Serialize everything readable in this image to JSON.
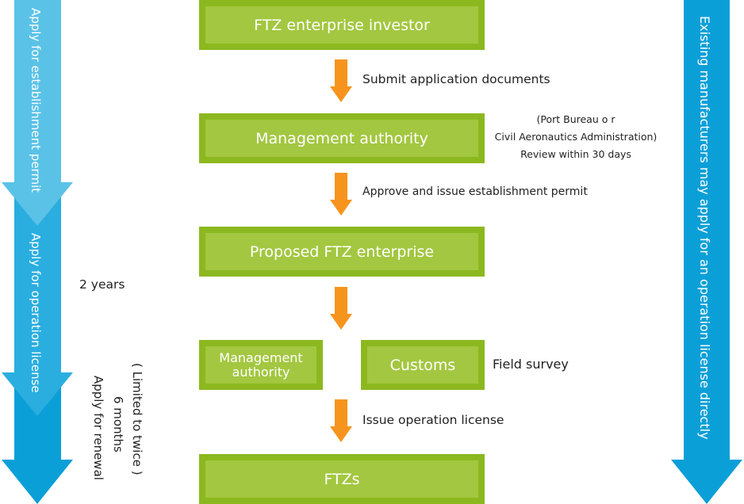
{
  "boxes": {
    "investor": "FTZ enterprise investor",
    "authority": "Management authority",
    "proposed": "Proposed FTZ enterprise",
    "mgmt_authority_line1": "Management",
    "mgmt_authority_line2": "authority",
    "customs": "Customs",
    "ftzs": "FTZs"
  },
  "steps": {
    "submit": "Submit application documents",
    "approve": "Approve and issue establishment permit",
    "field_survey": "Field survey",
    "issue": "Issue operation license"
  },
  "authority_note": {
    "line1": "(Port Bureau  o r",
    "line2": "Civil Aeronautics Administration)",
    "line3": "Review within 30 days"
  },
  "left_arrows": {
    "establishment": "Apply for establishment permit",
    "operation": "Apply for operation license",
    "duration": "2 years"
  },
  "renewal": {
    "line1": "Apply for renewal",
    "line2": "6 months",
    "line3": "( Limited to twice )"
  },
  "right_arrow": {
    "text": "Existing manufacturers may apply for an operation license directly"
  },
  "colors": {
    "box_outer": "#8cb81f",
    "box_inner": "#a3c740",
    "arrow_orange": "#f7941d",
    "arrow_light_blue": "#5bc2e7",
    "arrow_mid_blue": "#2aaedf",
    "arrow_dark_blue": "#0b9fd8"
  }
}
